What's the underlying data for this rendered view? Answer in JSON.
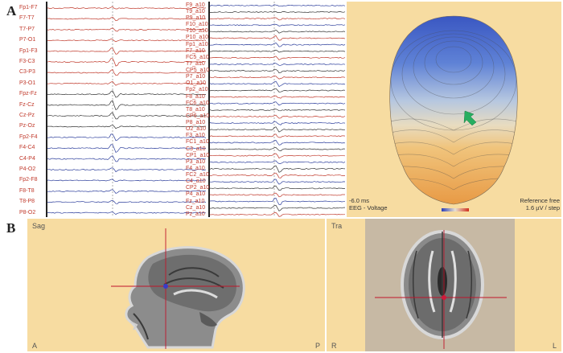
{
  "panel_a": {
    "letter": "A",
    "left_labels": [
      "Fp1-F7",
      "F7-T7",
      "T7-P7",
      "P7-O1",
      "Fp1-F3",
      "F3-C3",
      "C3-P3",
      "P3-O1",
      "Fpz-Fz",
      "Fz-Cz",
      "Cz-Pz",
      "Pz-Oz",
      "Fp2-F4",
      "F4-C4",
      "C4-P4",
      "P4-O2",
      "Fp2-F8",
      "F8-T8",
      "T8-P8",
      "P8-O2"
    ],
    "right_labels": [
      "F9_a10",
      "T9_a10",
      "P9_a10",
      "F10_a10",
      "T10_a10",
      "P10_a10",
      "Fp1_a10",
      "F7_a10",
      "FC5_a10",
      "T7_a10",
      "CP5_a10",
      "P7_a10",
      "O1_a10",
      "Fp2_a10",
      "F8_a10",
      "FC6_a10",
      "T8_a10",
      "CP6_a10",
      "P8_a10",
      "O2_a10",
      "F3_a10",
      "FC1_a10",
      "C3_a10",
      "CP1_a10",
      "P3_a10",
      "F4_a10",
      "FC2_a10",
      "C4_a10",
      "CP2_a10",
      "P4_a10",
      "Fz_a10",
      "Cz_a10",
      "Pz_a10"
    ],
    "map_info": {
      "time": "-6.0 ms",
      "mode": "EEG - Voltage",
      "reference": "Reference free",
      "step": "1.6 µV / step"
    },
    "colors": {
      "trace_red": "#c0392b",
      "trace_blue": "#2c3e9c",
      "trace_dark": "#333333",
      "map_bg": "#f7dca1",
      "arrow": "#27ae60"
    }
  },
  "panel_b": {
    "letter": "B",
    "sag": {
      "title": "Sag",
      "left": "A",
      "right": "P"
    },
    "tra": {
      "title": "Tra",
      "left": "R",
      "right": "L"
    },
    "colors": {
      "crosshair": "#c0152a",
      "marker_blue": "#3a3ac8",
      "marker_red": "#d01a3a"
    }
  }
}
